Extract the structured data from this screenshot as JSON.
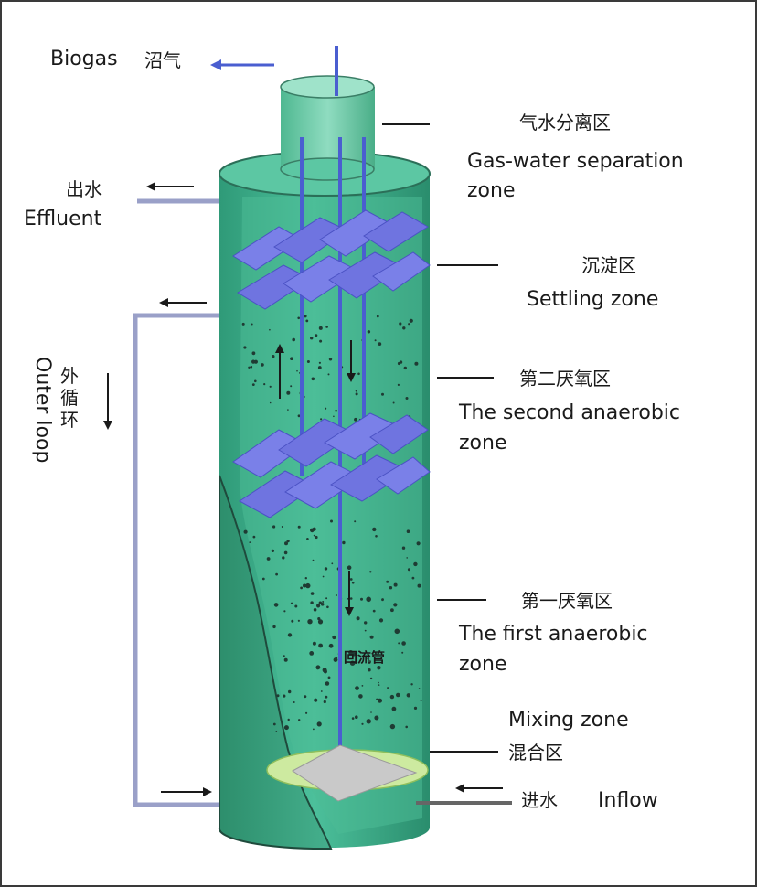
{
  "labels": {
    "biogas_en": "Biogas",
    "biogas_cn": "沼气",
    "effluent_cn": "出水",
    "effluent_en": "Effluent",
    "outer_loop_cn": "外循环",
    "outer_loop_en": "Outer loop",
    "gas_water_cn": "气水分离区",
    "gas_water_en_line1": "Gas-water separation",
    "gas_water_en_line2": "zone",
    "settling_cn": "沉淀区",
    "settling_en": "Settling zone",
    "second_cn": "第二厌氧区",
    "second_en_line1": "The second anaerobic",
    "second_en_line2": "zone",
    "first_cn": "第一厌氧区",
    "first_en_line1": "The first anaerobic",
    "first_en_line2": "zone",
    "return_pipe_cn": "回流管",
    "mixing_en": "Mixing zone",
    "mixing_cn": "混合区",
    "inflow_cn": "进水",
    "inflow_en": "Inflow"
  },
  "colors": {
    "tank_green": "#3fae8c",
    "tank_dark": "#2e8f70",
    "separator_blue": "#6f74e0",
    "pipe_blue": "#4a5ed0",
    "pipe_gray": "#9aa0c8",
    "mixing_lime": "#cdeaa0",
    "cone_gray": "#c9c9c9"
  }
}
